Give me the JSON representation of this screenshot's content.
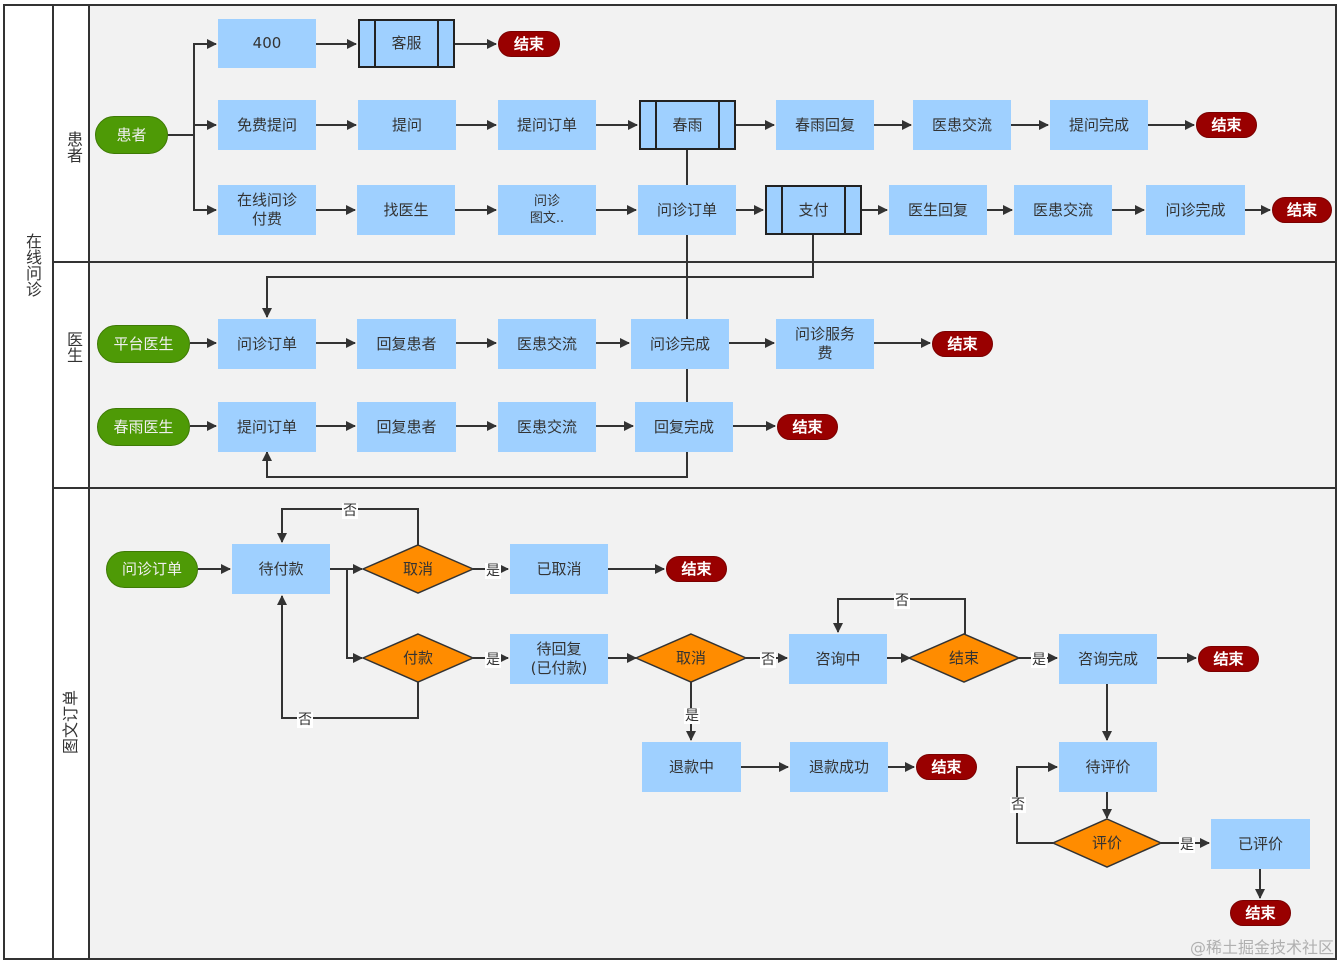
{
  "outer_title": "在线问诊",
  "lanes": [
    {
      "id": "patient",
      "title": "患者"
    },
    {
      "id": "doctor",
      "title": "医生"
    },
    {
      "id": "order",
      "title": "图文订单"
    }
  ],
  "nodes": {
    "p_patient": "患者",
    "p_400": "400",
    "p_kefu": "客服",
    "p_end1": "结束",
    "p_free": "免费提问",
    "p_ask": "提问",
    "p_askorder": "提问订单",
    "p_chunyu": "春雨",
    "p_cyreply": "春雨回复",
    "p_comm1": "医患交流",
    "p_askdone": "提问完成",
    "p_end2": "结束",
    "p_paid": "在线问诊\n付费",
    "p_find": "找医生",
    "p_itw": "问诊\n图文..",
    "p_iorder": "问诊订单",
    "p_pay": "支付",
    "p_docreply": "医生回复",
    "p_comm2": "医患交流",
    "p_idone": "问诊完成",
    "p_end3": "结束",
    "d_platform": "平台医生",
    "d_iorder": "问诊订单",
    "d_reply1": "回复患者",
    "d_comm1": "医患交流",
    "d_idone": "问诊完成",
    "d_fee": "问诊服务\n费",
    "d_end1": "结束",
    "d_chunyu": "春雨医生",
    "d_askorder": "提问订单",
    "d_reply2": "回复患者",
    "d_comm2": "医患交流",
    "d_rdone": "回复完成",
    "d_end2": "结束",
    "o_iorder": "问诊订单",
    "o_waitpay": "待付款",
    "o_cancel1": "取消",
    "o_cancelled": "已取消",
    "o_end1": "结束",
    "o_pay": "付款",
    "o_waitreply": "待回复\n(已付款)",
    "o_cancel2": "取消",
    "o_consulting": "咨询中",
    "o_finish": "结束",
    "o_cdone": "咨询完成",
    "o_end2": "结束",
    "o_refunding": "退款中",
    "o_refunded": "退款成功",
    "o_end3": "结束",
    "o_waitrate": "待评价",
    "o_rate": "评价",
    "o_rated": "已评价",
    "o_end4": "结束"
  },
  "edge_labels": {
    "no1": "否",
    "yes1": "是",
    "yes2": "是",
    "no2": "否",
    "no3": "否",
    "no4": "否",
    "yes3": "是",
    "yes4": "是",
    "no5": "否",
    "yes5": "是"
  },
  "watermark": "@稀土掘金技术社区",
  "colors": {
    "process": "#9fd0ff",
    "start": "#4e9a06",
    "end": "#990000",
    "decision": "#ff8c00",
    "lane_bg": "#f2f2f2"
  }
}
